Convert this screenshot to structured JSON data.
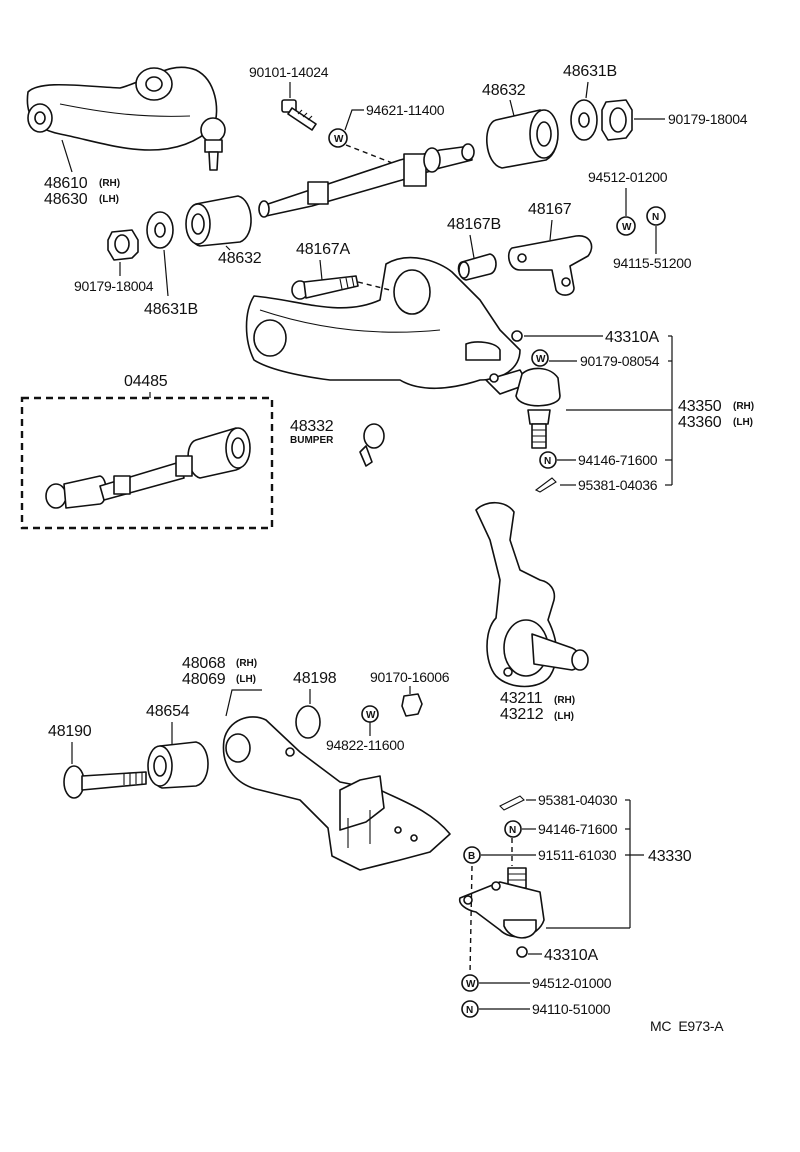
{
  "diagram": {
    "code": "MC  E973-A",
    "labels": {
      "p48610": "48610",
      "p48630": "48630",
      "p90101_14024": "90101-14024",
      "p94621_11400": "94621-11400",
      "p48632_top": "48632",
      "p48631B_top": "48631B",
      "p90179_18004_top": "90179-18004",
      "p94512_01200": "94512-01200",
      "p48167B": "48167B",
      "p48167": "48167",
      "p94115_51200": "94115-51200",
      "p90179_18004_left": "90179-18004",
      "p48632_left": "48632",
      "p48631B_left": "48631B",
      "p48167A": "48167A",
      "p43310A_top": "43310A",
      "p90179_08054": "90179-08054",
      "p04485": "04485",
      "p43350": "43350",
      "p43360": "43360",
      "p48332": "48332",
      "bumper": "BUMPER",
      "p94146_71600_top": "94146-71600",
      "p95381_04036": "95381-04036",
      "p48068": "48068",
      "p48069": "48069",
      "p90170_16006": "90170-16006",
      "p48198": "48198",
      "p48654": "48654",
      "p94822_11600": "94822-11600",
      "p48190": "48190",
      "p43211": "43211",
      "p43212": "43212",
      "p95381_04030": "95381-04030",
      "p94146_71600_bot": "94146-71600",
      "p91511_61030": "91511-61030",
      "p43330": "43330",
      "p43310A_bot": "43310A",
      "p94512_01000": "94512-01000",
      "p94110_51000": "94110-51000"
    },
    "side_tags": {
      "rh": "(RH)",
      "lh": "(LH)"
    },
    "symbols": {
      "washer": "W",
      "nut": "N",
      "bolt": "B"
    }
  }
}
